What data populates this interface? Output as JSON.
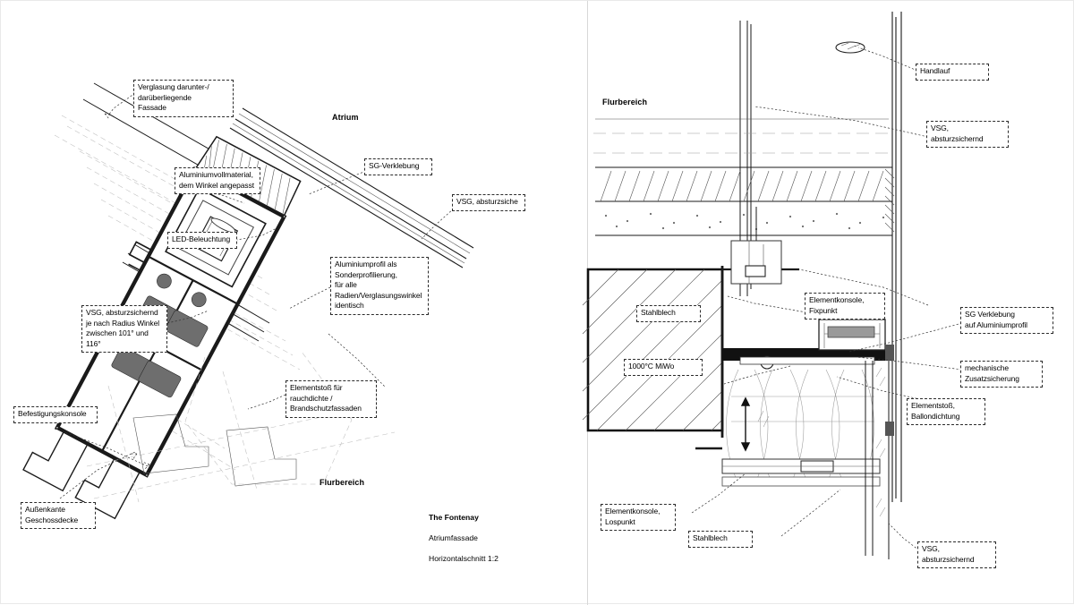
{
  "sheet": {
    "background_color": "#ffffff",
    "border_color": "#e9e9e9",
    "divider_color": "#d8d8d8"
  },
  "title_block": {
    "project": "The Fontenay",
    "drawing": "Atriumfassade",
    "section": "Horizontalschnitt 1:2"
  },
  "left_panel": {
    "name": "horizontal-section",
    "zone_labels": [
      {
        "id": "atrium",
        "text": "Atrium"
      },
      {
        "id": "flurbereich",
        "text": "Flurbereich"
      }
    ],
    "callouts": [
      {
        "id": "verglasung-fassade",
        "text": "Verglasung darunter-/\ndarüberliegende\nFassade"
      },
      {
        "id": "aluminiumvollmaterial",
        "text": "Aluminiumvollmaterial,\ndem Winkel angepasst"
      },
      {
        "id": "led-beleuchtung",
        "text": "LED-Beleuchtung"
      },
      {
        "id": "sg-verklebung",
        "text": "SG-Verklebung"
      },
      {
        "id": "vsg-absturzsiche",
        "text": "VSG, absturzsiche"
      },
      {
        "id": "aluminiumprofil-sonder",
        "text": "Aluminiumprofil als\nSonderprofilierung,\nfür alle\nRadien/Verglasungswinkel\nidentisch"
      },
      {
        "id": "vsg-radius-winkel",
        "text": "VSG, absturzsichernd\nje nach Radius Winkel\nzwischen 101° und\n116°"
      },
      {
        "id": "elementstoss-rauchdicht",
        "text": "Elementstoß für\nrauchdichte /\nBrandschutzfassaden"
      },
      {
        "id": "befestigungskonsole",
        "text": "Befestigungskonsole"
      },
      {
        "id": "aussenkante-geschossdecke",
        "text": "Außenkante\nGeschossdecke"
      }
    ]
  },
  "right_panel": {
    "name": "vertical-section",
    "zone_labels": [
      {
        "id": "flurbereich",
        "text": "Flurbereich"
      }
    ],
    "callouts": [
      {
        "id": "handlauf",
        "text": "Handlauf"
      },
      {
        "id": "vsg-absturzsichernd-top",
        "text": "VSG,\nabsturzsichernd"
      },
      {
        "id": "stahlblech-upper",
        "text": "Stahlblech"
      },
      {
        "id": "miwo-1000",
        "text": "1000°C MiWo"
      },
      {
        "id": "elementkonsole-fixpunkt",
        "text": "Elementkonsole,\nFixpunkt"
      },
      {
        "id": "sg-verklebung-alu",
        "text": "SG Verklebung\nauf Aluminiumprofil"
      },
      {
        "id": "mechanische-zusatzsicherung",
        "text": "mechanische\nZusatzsicherung"
      },
      {
        "id": "elementstoss-ballondichtung",
        "text": "Elementstoß,\nBallondichtung"
      },
      {
        "id": "elementkonsole-lospunkt",
        "text": "Elementkonsole,\nLospunkt"
      },
      {
        "id": "stahlblech-lower",
        "text": "Stahlblech"
      },
      {
        "id": "vsg-absturzsichernd-bottom",
        "text": "VSG,\nabsturzsichernd"
      }
    ]
  }
}
